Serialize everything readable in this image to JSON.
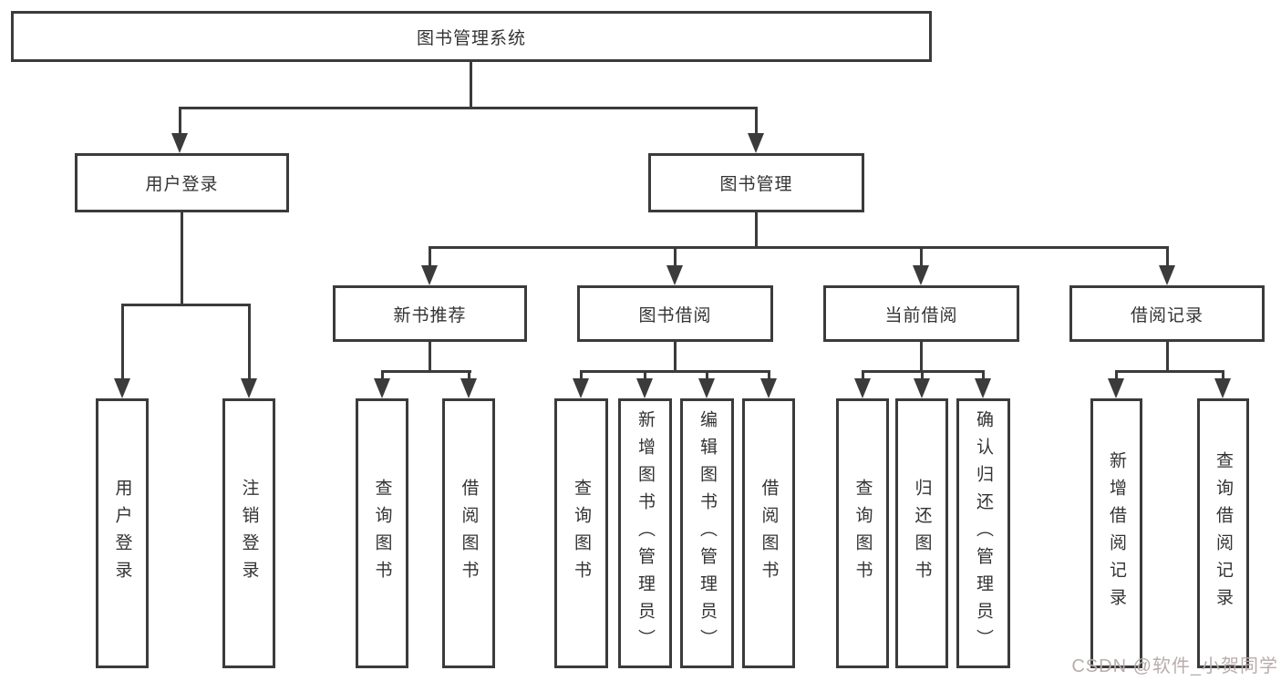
{
  "tree": {
    "root": {
      "label": "图书管理系统"
    },
    "children": [
      {
        "label": "用户登录",
        "children": [
          {
            "label": "用户登录"
          },
          {
            "label": "注销登录"
          }
        ]
      },
      {
        "label": "图书管理",
        "children": [
          {
            "label": "新书推荐",
            "children": [
              {
                "label": "查询图书"
              },
              {
                "label": "借阅图书"
              }
            ]
          },
          {
            "label": "图书借阅",
            "children": [
              {
                "label": "查询图书"
              },
              {
                "label": "新增图书（管理员）"
              },
              {
                "label": "编辑图书（管理员）"
              },
              {
                "label": "借阅图书"
              }
            ]
          },
          {
            "label": "当前借阅",
            "children": [
              {
                "label": "查询图书"
              },
              {
                "label": "归还图书"
              },
              {
                "label": "确认归还（管理员）"
              }
            ]
          },
          {
            "label": "借阅记录",
            "children": [
              {
                "label": "新增借阅记录"
              },
              {
                "label": "查询借阅记录"
              }
            ]
          }
        ]
      }
    ]
  },
  "watermark": {
    "text": "CSDN @软件_小贺同学"
  },
  "colors": {
    "line": "#3b3b3b",
    "text": "#333333",
    "watermark": "#b9acac",
    "background": "#ffffff"
  }
}
